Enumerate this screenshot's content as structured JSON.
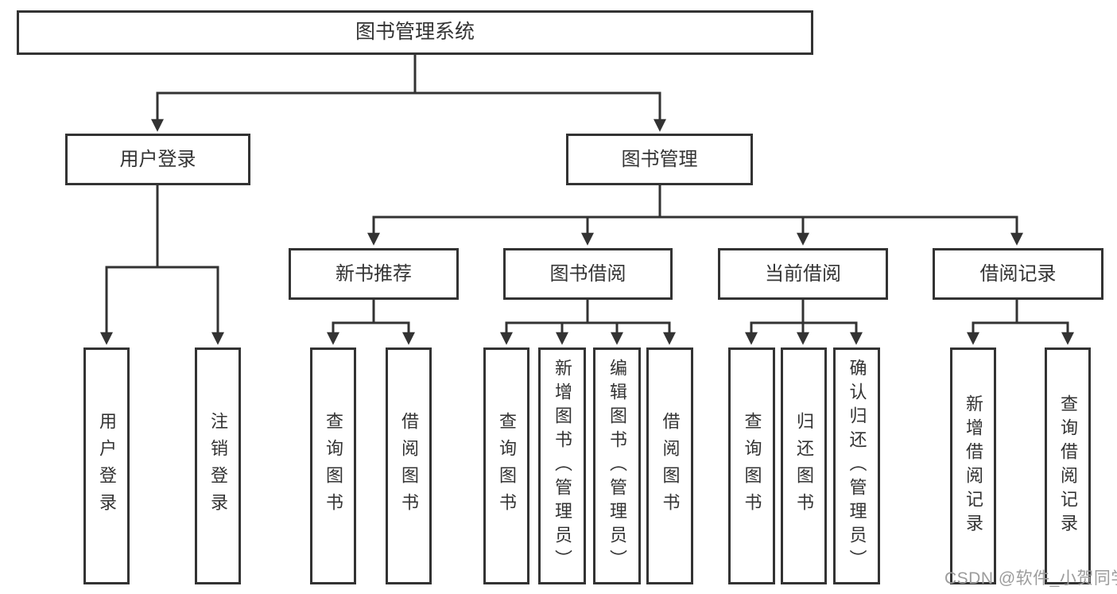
{
  "diagram": {
    "root": {
      "label": "图书管理系统"
    },
    "branches": [
      {
        "label": "用户登录",
        "children": [
          {
            "label": "用户登录"
          },
          {
            "label": "注销登录"
          }
        ]
      },
      {
        "label": "图书管理",
        "groups": [
          {
            "label": "新书推荐",
            "children": [
              {
                "label": "查询图书"
              },
              {
                "label": "借阅图书"
              }
            ]
          },
          {
            "label": "图书借阅",
            "children": [
              {
                "label": "查询图书"
              },
              {
                "label": "新增图书（管理员）"
              },
              {
                "label": "编辑图书（管理员）"
              },
              {
                "label": "借阅图书"
              }
            ]
          },
          {
            "label": "当前借阅",
            "children": [
              {
                "label": "查询图书"
              },
              {
                "label": "归还图书"
              },
              {
                "label": "确认归还（管理员）"
              }
            ]
          },
          {
            "label": "借阅记录",
            "children": [
              {
                "label": "新增借阅记录"
              },
              {
                "label": "查询借阅记录"
              }
            ]
          }
        ]
      }
    ]
  },
  "watermark": {
    "text": "CSDN @软件_小贺同学"
  },
  "colors": {
    "line": "#333333",
    "text": "#333333",
    "background": "#ffffff",
    "watermark": "#9c9c9c"
  }
}
